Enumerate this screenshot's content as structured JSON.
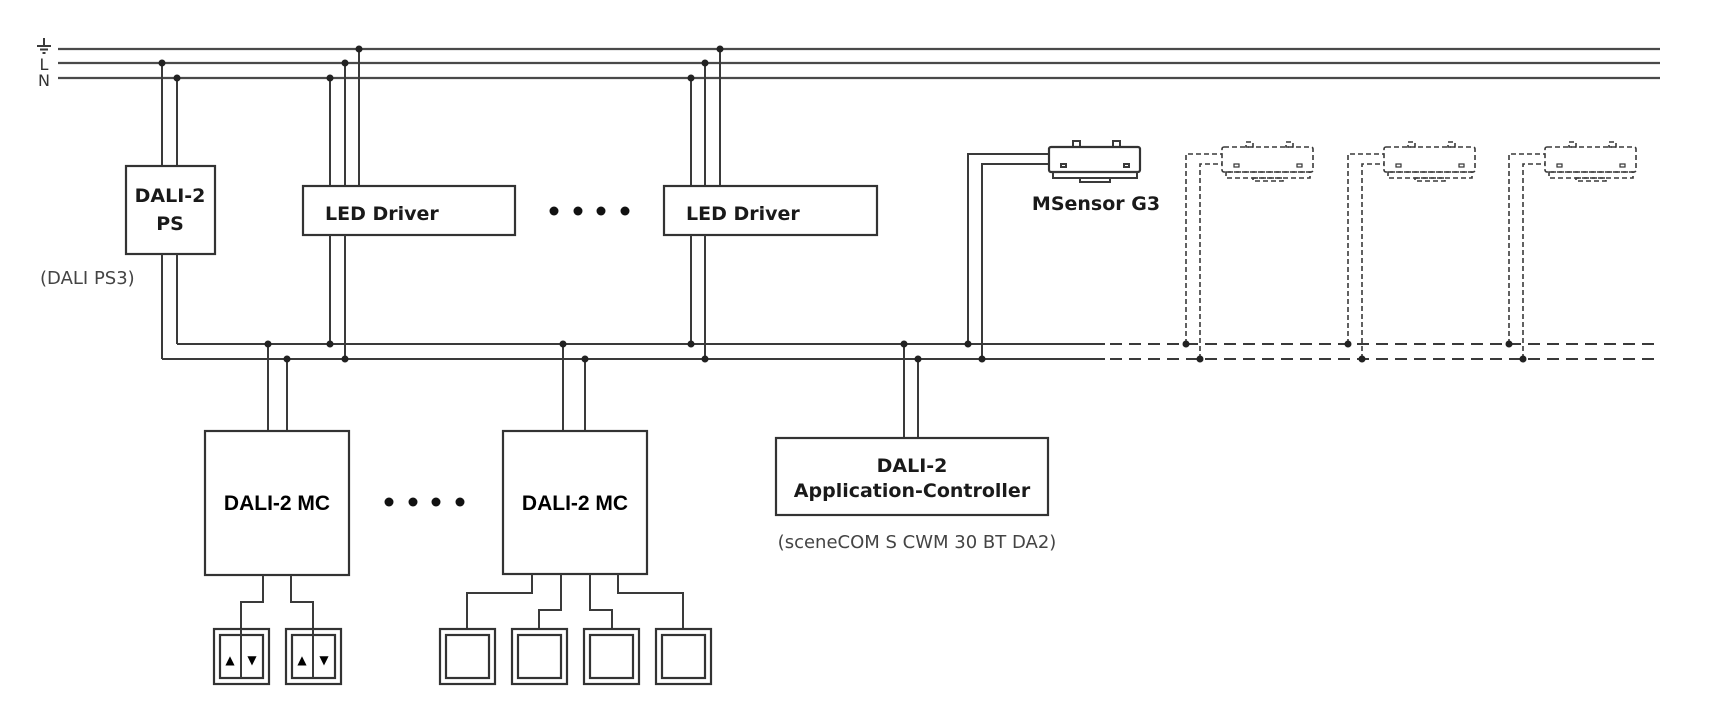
{
  "diagram": {
    "mains_labels": {
      "earth_symbol": "⏚",
      "line": "L",
      "neutral": "N"
    },
    "power_supply": {
      "line1": "DALI-2",
      "line2": "PS",
      "sublabel": "(DALI PS3)"
    },
    "led_drivers": [
      {
        "label": "LED Driver"
      },
      {
        "label": "LED Driver"
      }
    ],
    "sensor": {
      "label": "MSensor G3",
      "additional_sensors_dashed": 3
    },
    "multi_controllers": [
      {
        "label": "DALI-2 MC",
        "inputs": [
          "blind-switch",
          "blind-switch"
        ]
      },
      {
        "label": "DALI-2 MC",
        "inputs": [
          "push-button",
          "push-button",
          "push-button",
          "push-button"
        ]
      }
    ],
    "application_controller": {
      "line1": "DALI-2",
      "line2": "Application-Controller",
      "sublabel": "(sceneCOM S CWM 30 BT DA2)"
    },
    "blind_switch_glyphs": {
      "up": "▲",
      "down": "▼"
    },
    "continuation": "• • • •"
  }
}
